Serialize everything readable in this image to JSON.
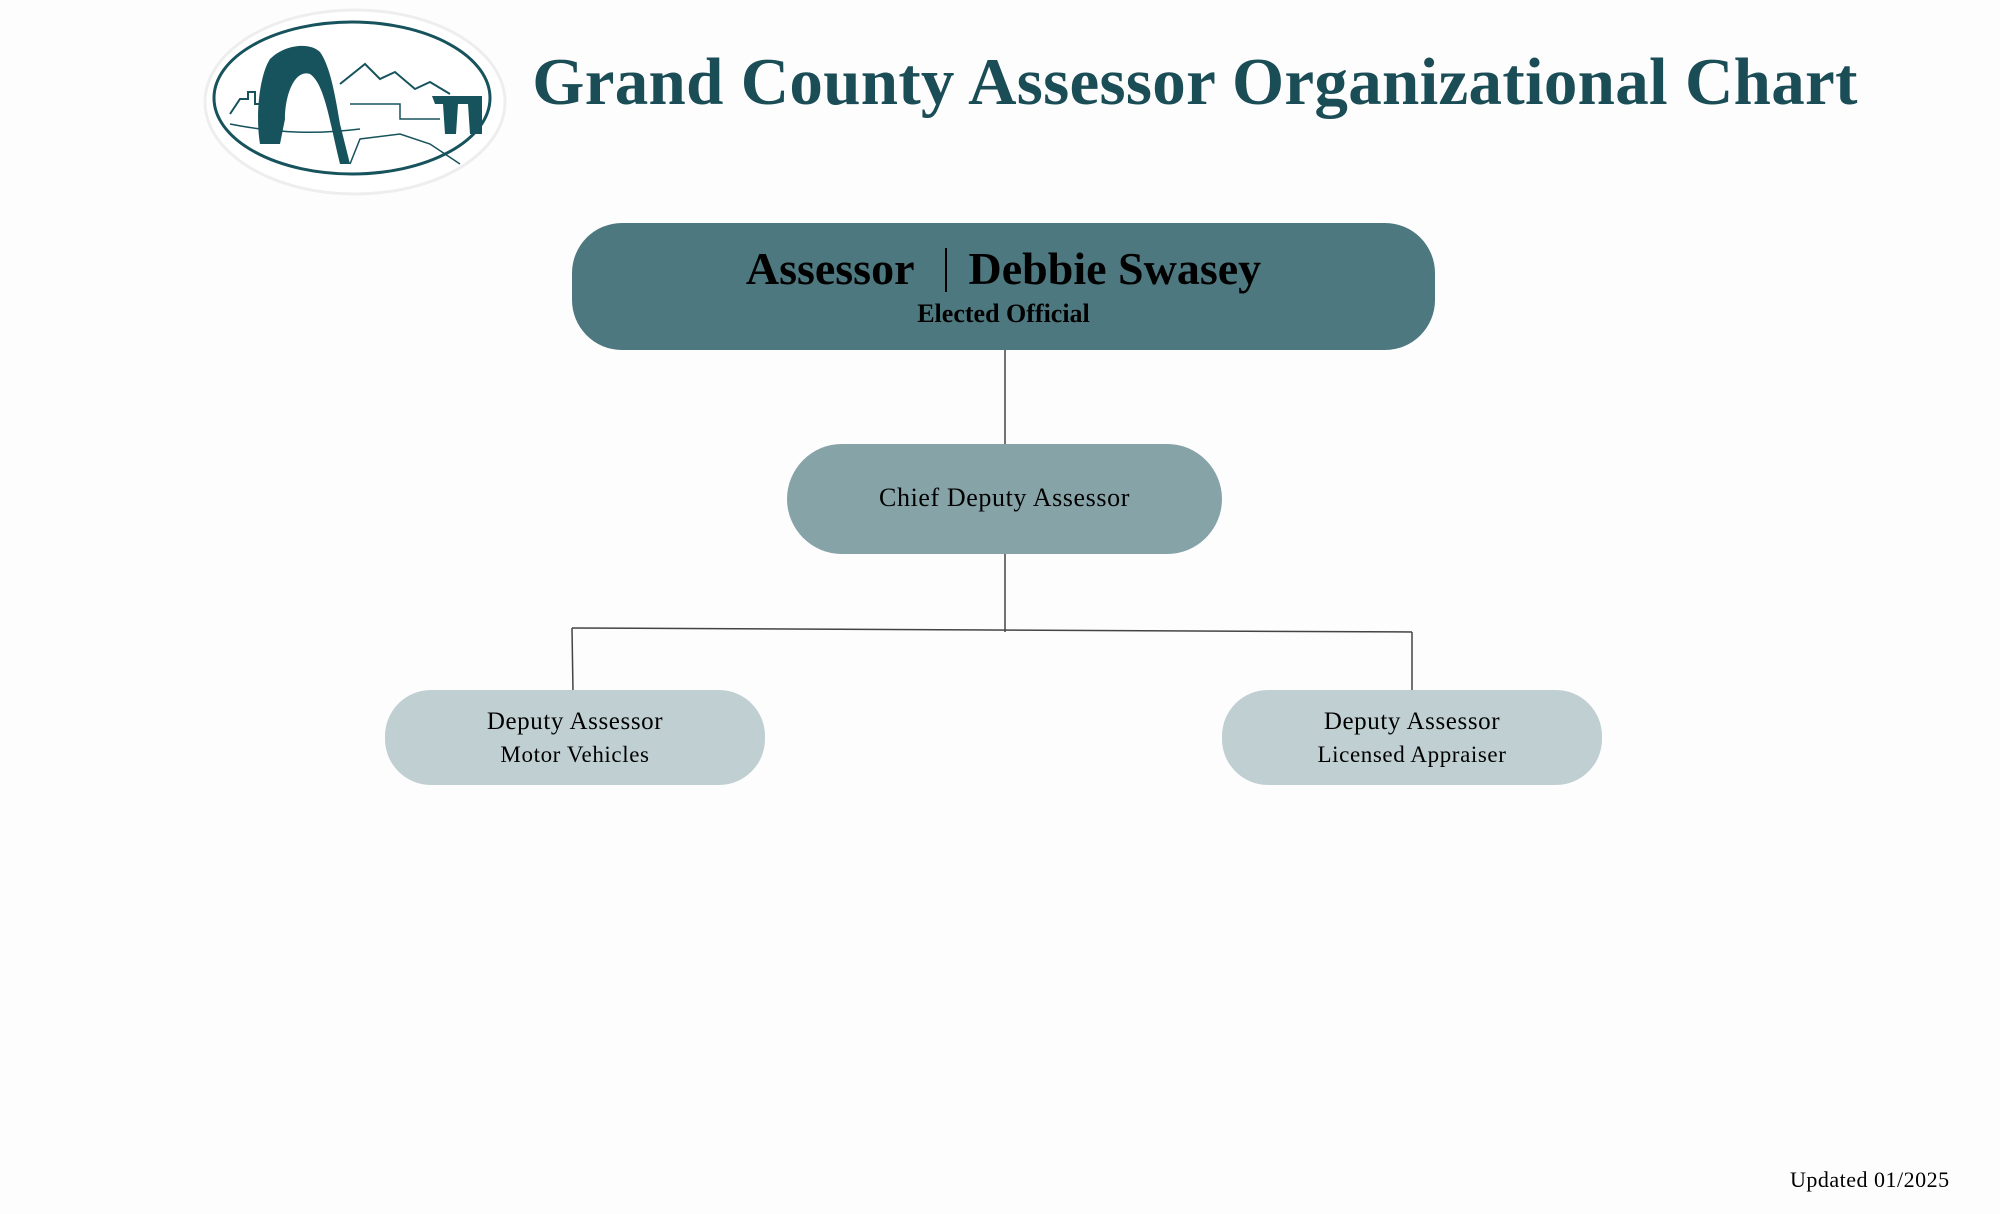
{
  "header": {
    "title": "Grand County Assessor Organizational Chart",
    "logo": "grand-county-seal-arch-landscape"
  },
  "chart": {
    "top": {
      "role": "Assessor",
      "name": "Debbie Swasey",
      "subtitle": "Elected Official"
    },
    "chief": {
      "role": "Chief Deputy Assessor"
    },
    "deputies": [
      {
        "role": "Deputy Assessor",
        "area": "Motor Vehicles"
      },
      {
        "role": "Deputy Assessor",
        "area": "Licensed Appraiser"
      }
    ]
  },
  "footer": {
    "updated": "Updated 01/2025"
  },
  "colors": {
    "title": "#1b4d57",
    "top_box": "#4e7880",
    "chief_box": "#86a3a8",
    "deputy_box": "#bfcfd2"
  }
}
